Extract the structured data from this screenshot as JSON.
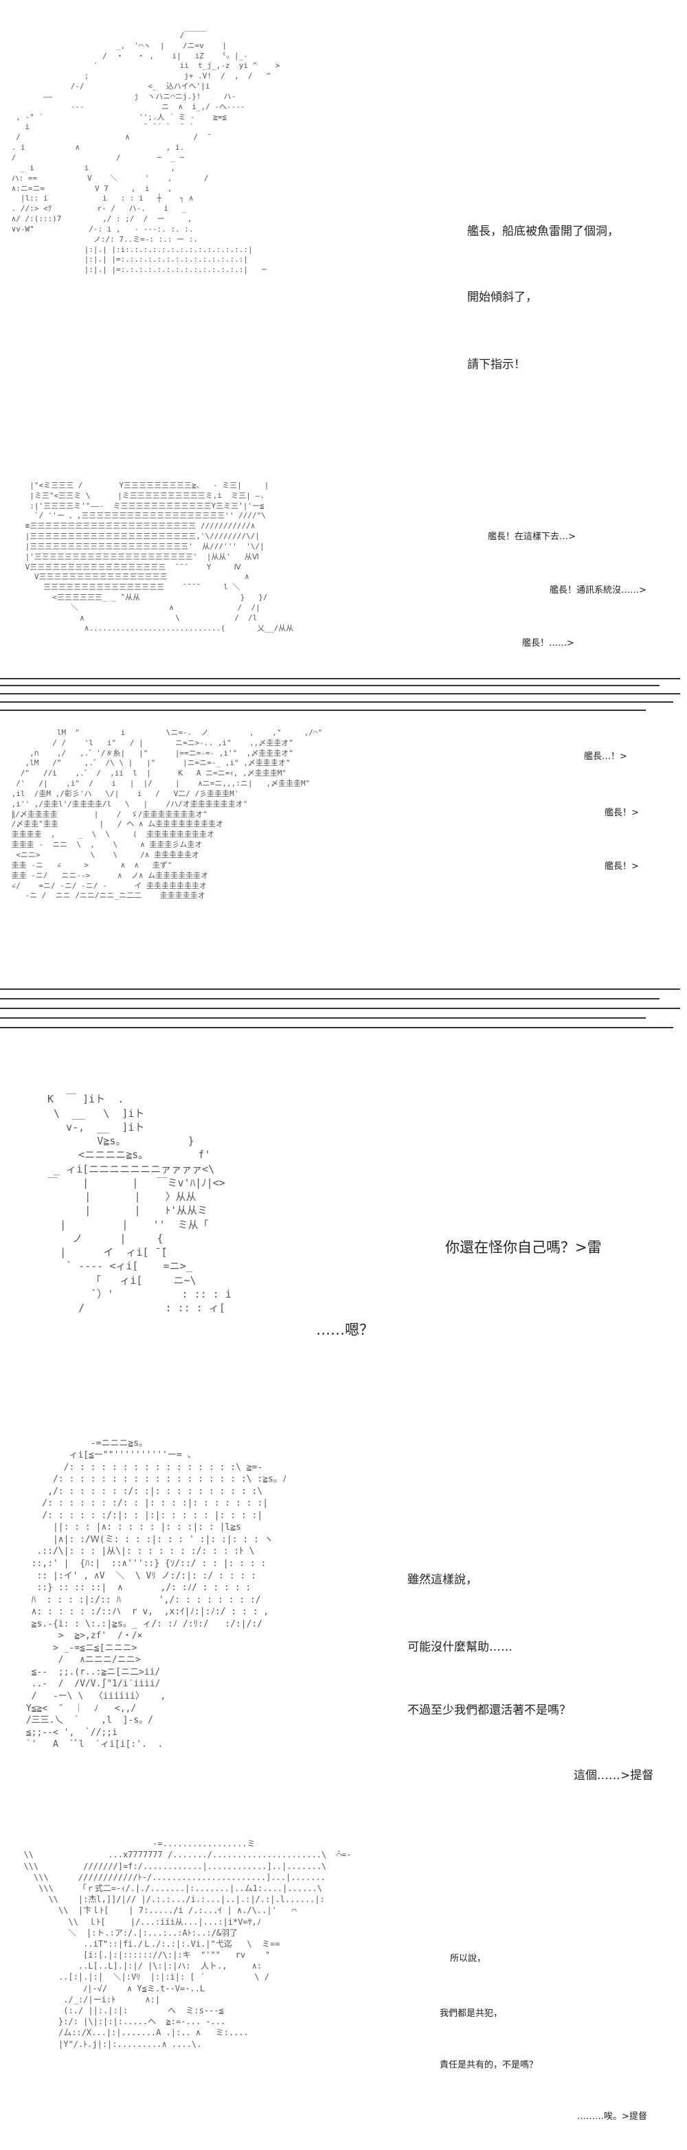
{
  "panel1": {
    "lines": [
      "艦長，船底被魚雷開了個洞，",
      "開始傾斜了，",
      "請下指示！"
    ]
  },
  "panel2": {
    "lines": [
      "艦長！在這樣下去…>",
      "艦長！通訊系統沒……>",
      "艦長！……>"
    ]
  },
  "panel3": {
    "lines": [
      "艦長…！>",
      "艦長！>",
      "艦長！>"
    ]
  },
  "panel4": {
    "lines": [
      "你還在怪你自己嗎？>雷",
      "……嗯？"
    ]
  },
  "panel5": {
    "lines": [
      "雖然這樣說，",
      "可能沒什麼幫助……",
      "不過至少我們都還活著不是嗎？",
      "這個……>提督"
    ]
  },
  "panel6": {
    "lines": [
      "所以說，",
      "我們都是共犯，",
      "責任是共有的，不是嗎？",
      "………唉。>提督"
    ]
  }
}
